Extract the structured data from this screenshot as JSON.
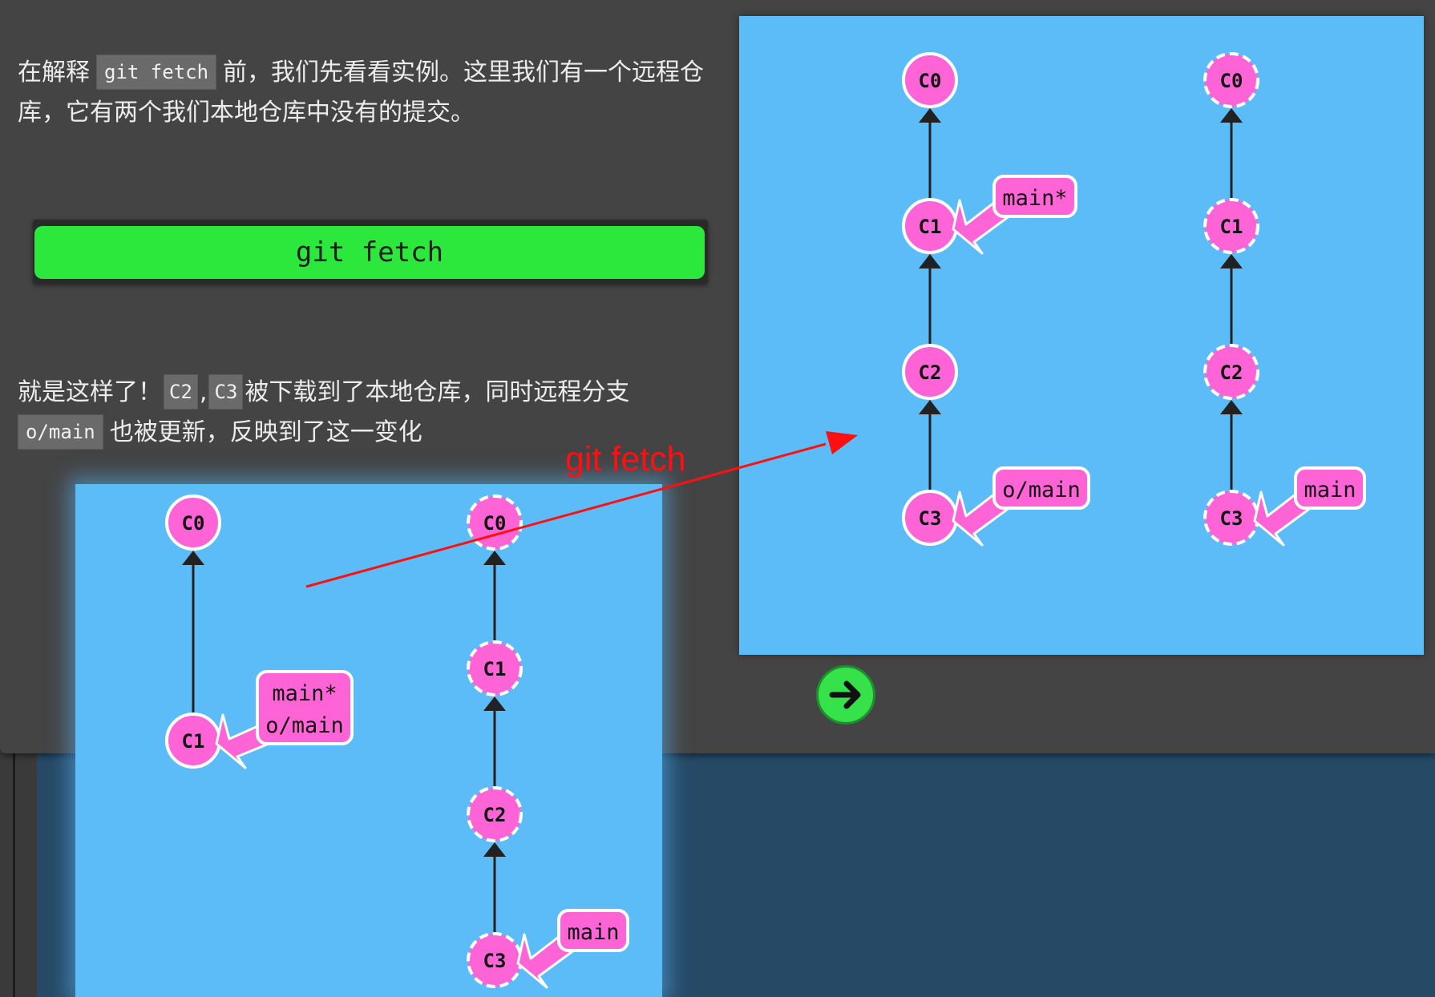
{
  "intro": {
    "before": "在解释",
    "code": "git fetch",
    "after": "前，我们先看看实例。这里我们有一个远程仓库，它有两个我们本地仓库中没有的提交。"
  },
  "command": "git fetch",
  "result": {
    "before": "就是这样了！",
    "code_a": "C2",
    "sep": ",",
    "code_b": "C3",
    "middle": "被下载到了本地仓库，同时远程分支",
    "code_c": "o/main",
    "after": "也被更新，反映到了这一变化"
  },
  "annotation": "git fetch",
  "colors": {
    "panel": "#444444",
    "background": "#264a66",
    "canvas": "#5cbcf8",
    "node": "#ff64d6",
    "command": "#2de83c",
    "annotation": "#ff1010"
  },
  "before_state": {
    "local": {
      "commits": [
        "C0",
        "C1"
      ],
      "branches": [
        {
          "label": [
            "main*",
            "o/main"
          ],
          "target": "C1"
        }
      ]
    },
    "remote": {
      "commits": [
        "C0",
        "C1",
        "C2",
        "C3"
      ],
      "branches": [
        {
          "label": [
            "main"
          ],
          "target": "C3"
        }
      ]
    }
  },
  "after_state": {
    "local": {
      "commits": [
        "C0",
        "C1",
        "C2",
        "C3"
      ],
      "branches": [
        {
          "label": [
            "main*"
          ],
          "target": "C1"
        },
        {
          "label": [
            "o/main"
          ],
          "target": "C3"
        }
      ]
    },
    "remote": {
      "commits": [
        "C0",
        "C1",
        "C2",
        "C3"
      ],
      "branches": [
        {
          "label": [
            "main"
          ],
          "target": "C3"
        }
      ]
    }
  },
  "next_button_icon": "arrow-right-circle-icon"
}
